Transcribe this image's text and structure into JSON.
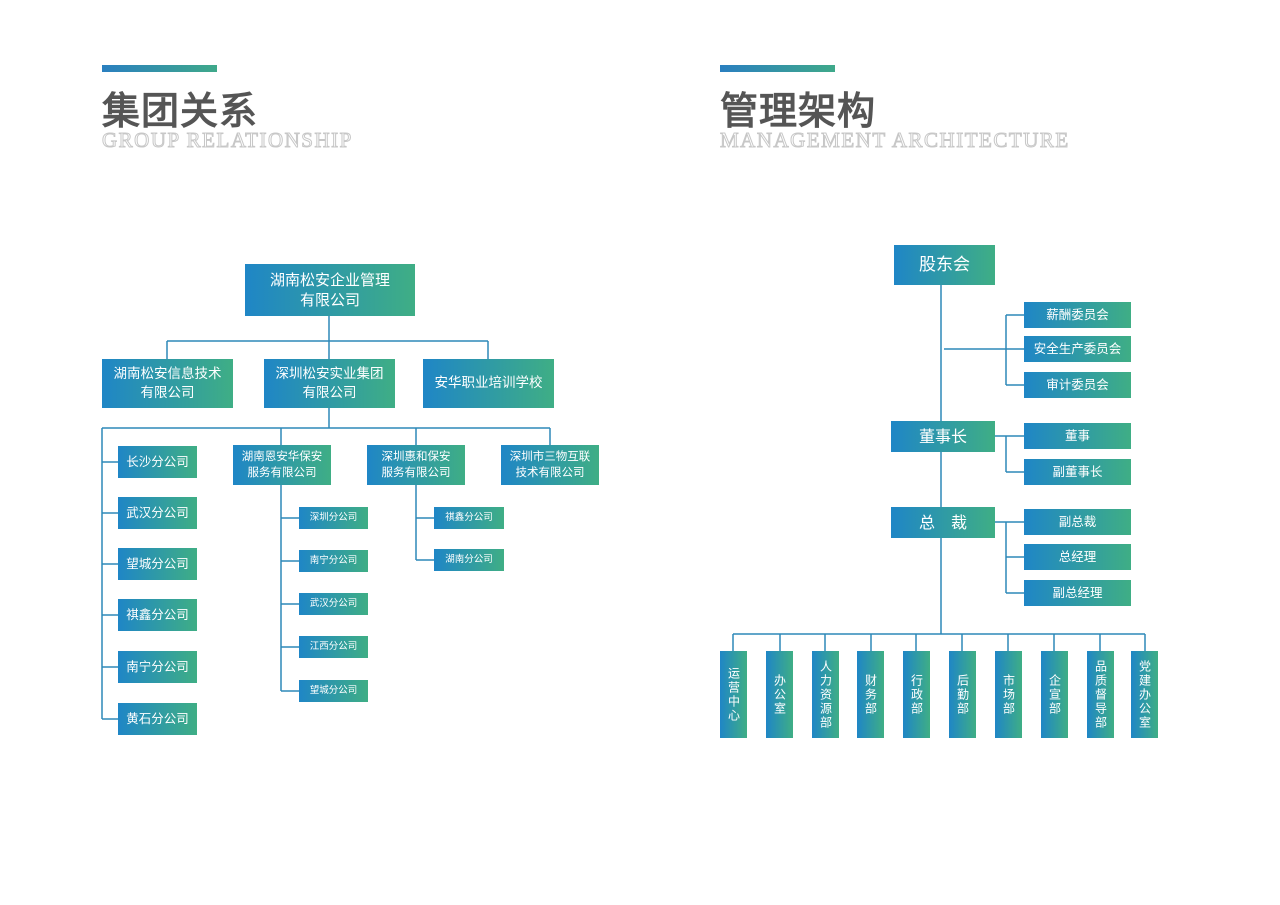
{
  "left": {
    "title_cn": "集团关系",
    "title_en": "GROUP RELATIONSHIP",
    "root_line1": "湖南松安企业管理",
    "root_line2": "有限公司",
    "l1": [
      {
        "line1": "湖南松安信息技术",
        "line2": "有限公司"
      },
      {
        "line1": "深圳松安实业集团",
        "line2": "有限公司"
      },
      {
        "line1": "安华职业培训学校",
        "line2": ""
      }
    ],
    "branches_a": [
      "长沙分公司",
      "武汉分公司",
      "望城分公司",
      "祺鑫分公司",
      "南宁分公司",
      "黄石分公司"
    ],
    "l2": [
      {
        "line1": "湖南恩安华保安",
        "line2": "服务有限公司"
      },
      {
        "line1": "深圳惠和保安",
        "line2": "服务有限公司"
      },
      {
        "line1": "深圳市三物互联",
        "line2": "技术有限公司"
      }
    ],
    "branches_b": [
      "深圳分公司",
      "南宁分公司",
      "武汉分公司",
      "江西分公司",
      "望城分公司"
    ],
    "branches_c": [
      "祺鑫分公司",
      "湖南分公司"
    ]
  },
  "right": {
    "title_cn": "管理架构",
    "title_en": "MANAGEMENT ARCHITECTURE",
    "shareholders": "股东会",
    "committees": [
      "薪酬委员会",
      "安全生产委员会",
      "审计委员会"
    ],
    "chairman": "董事长",
    "board": [
      "董事",
      "副董事长"
    ],
    "president": "总　裁",
    "executives": [
      "副总裁",
      "总经理",
      "副总经理"
    ],
    "departments": [
      "运营中心",
      "办公室",
      "人力资源部",
      "财务部",
      "行政部",
      "后勤部",
      "市场部",
      "企宣部",
      "品质督导部",
      "党建办公室"
    ]
  },
  "colors": {
    "gradient_start": "#1f86c6",
    "gradient_end": "#3fae85",
    "connector": "#2d88b8",
    "title": "#555555"
  }
}
